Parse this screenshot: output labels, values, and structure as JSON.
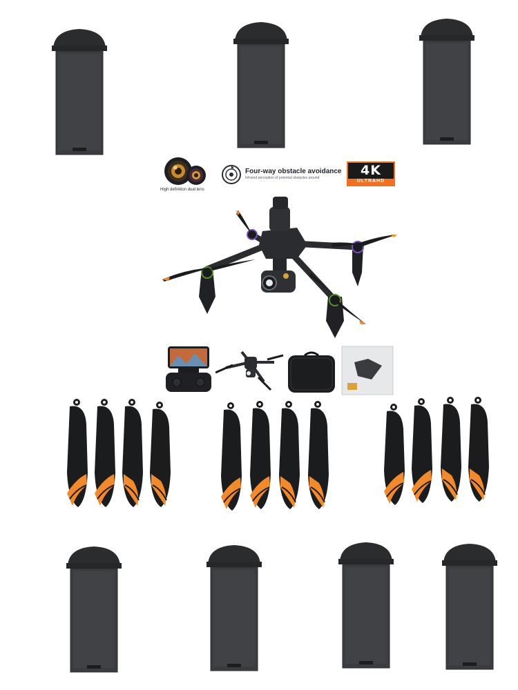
{
  "features": {
    "lens": {
      "icon": "dual-camera-lens-icon",
      "caption": "High definition dual lens"
    },
    "obstacle": {
      "icon": "obstacle-avoidance-icon",
      "title": "Four-way obstacle avoidance",
      "subtitle": "Infrared perception of potential obstacles around"
    },
    "resolution": {
      "icon": "4k-badge-icon",
      "main": "4K",
      "sub": "ULTRAHD"
    }
  },
  "colors": {
    "battery_body": "#3a3b3d",
    "battery_cap": "#2a2b2d",
    "propeller_black": "#1b1c1e",
    "propeller_orange": "#f2892a",
    "badge_orange": "#f36f21",
    "drone_body": "#2b2c2f"
  },
  "images": {
    "battery": "battery-icon",
    "drone": "drone-main-image",
    "propeller": "propeller-icon",
    "package_contents": [
      "phone-controller-image",
      "drone-thumbnail-image",
      "carry-case-image",
      "gift-box-image"
    ]
  }
}
